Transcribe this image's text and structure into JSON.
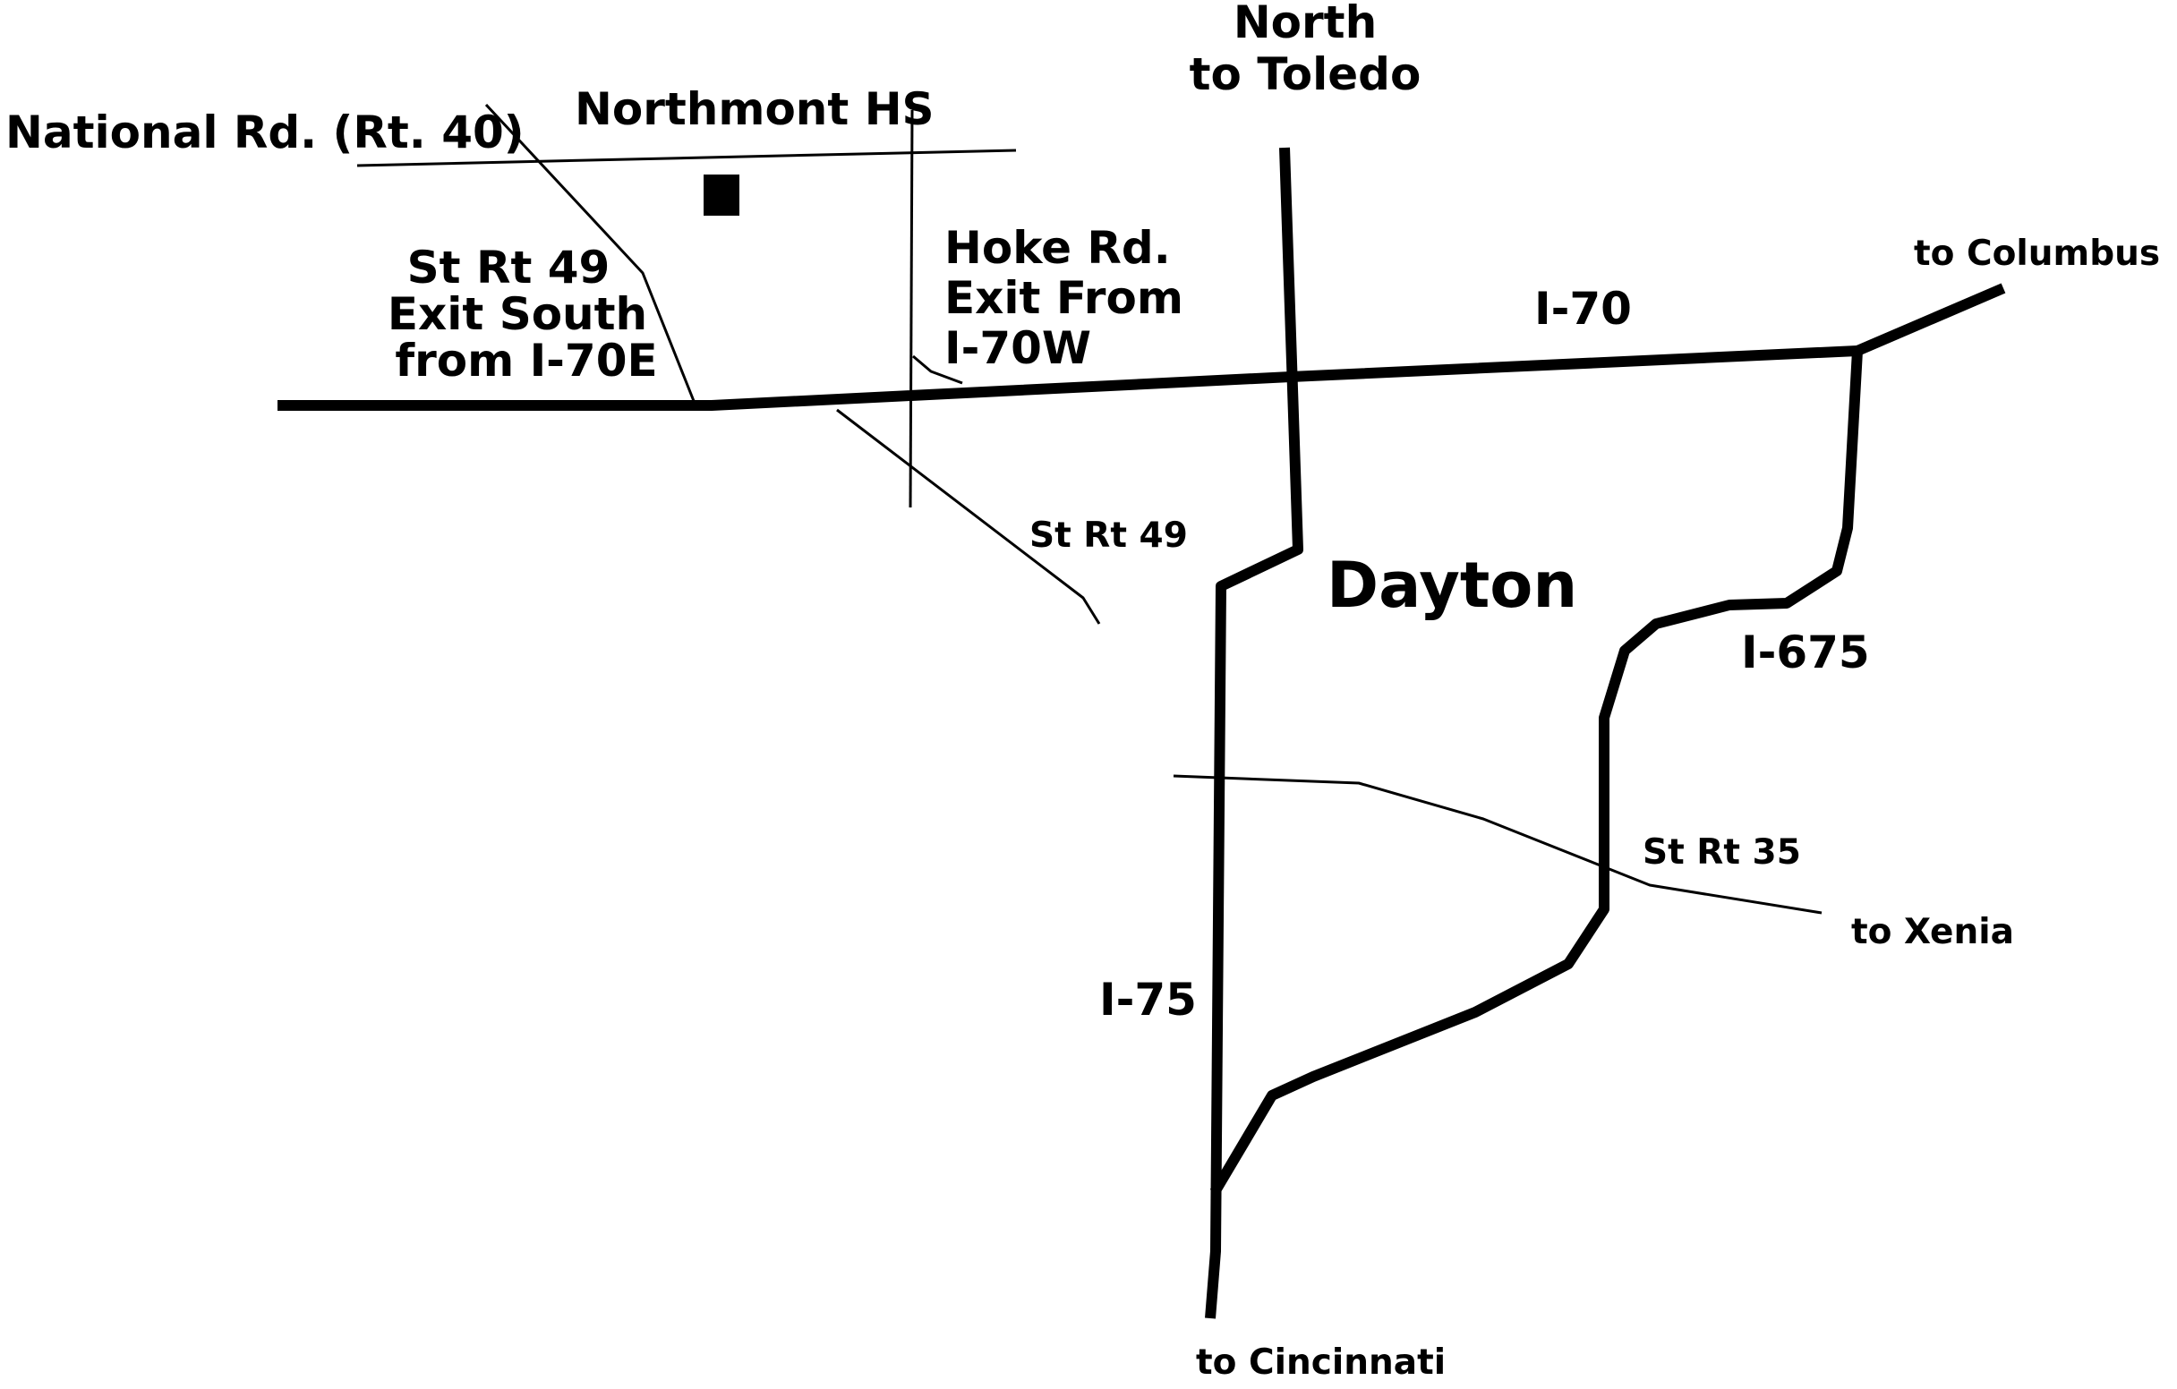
{
  "map": {
    "city": "Dayton",
    "school": "Northmont HS",
    "roads": {
      "national_road": "National Rd. (Rt. 40)",
      "st_rt_49_exit": [
        "St Rt 49",
        "Exit South",
        "from I-70E"
      ],
      "hoke_rd_exit": [
        "Hoke Rd.",
        "Exit From",
        "I-70W"
      ],
      "st_rt_49": "St Rt 49",
      "st_rt_35": "St Rt 35",
      "i70": "I-70",
      "i75": "I-75",
      "i675": "I-675"
    },
    "destinations": {
      "north_toledo": [
        "North",
        "to Toledo"
      ],
      "columbus": "to Columbus",
      "xenia": "to Xenia",
      "cincinnati": "to Cincinnati"
    }
  }
}
